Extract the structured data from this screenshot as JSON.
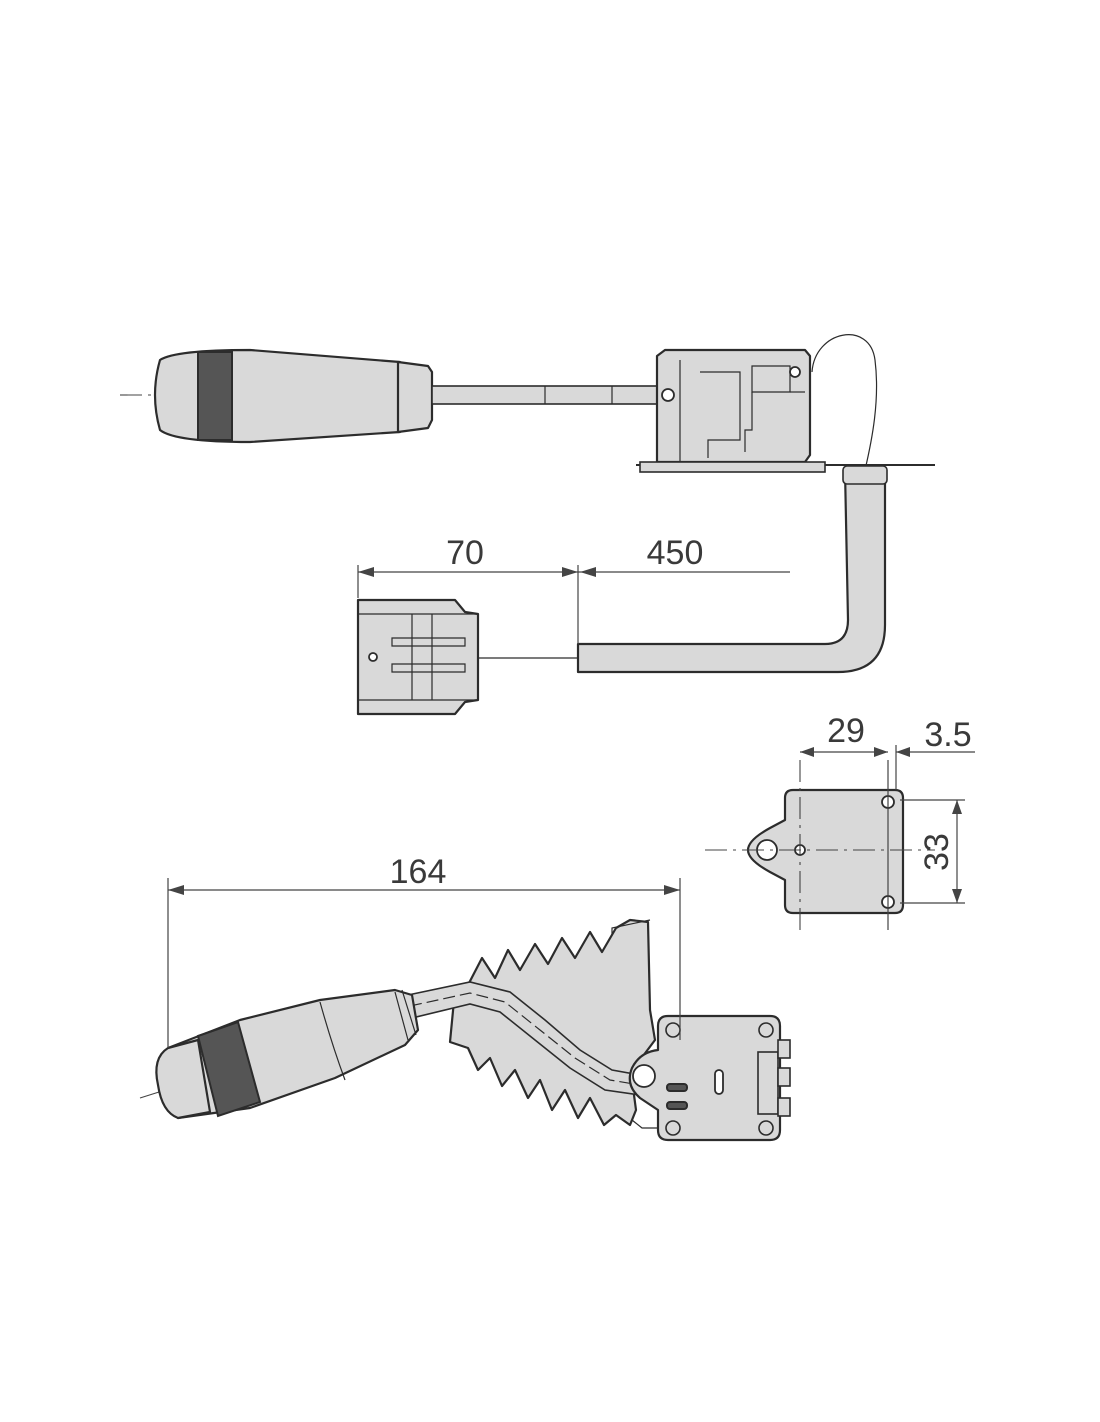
{
  "diagram": {
    "dimensions": {
      "d70": "70",
      "d450": "450",
      "d29": "29",
      "d3_5": "3.5",
      "d33": "33",
      "d164": "164"
    },
    "colors": {
      "part_fill": "#d9d9d9",
      "outline": "#2c2c2c",
      "grip_band": "#555555",
      "background": "#ffffff"
    }
  }
}
